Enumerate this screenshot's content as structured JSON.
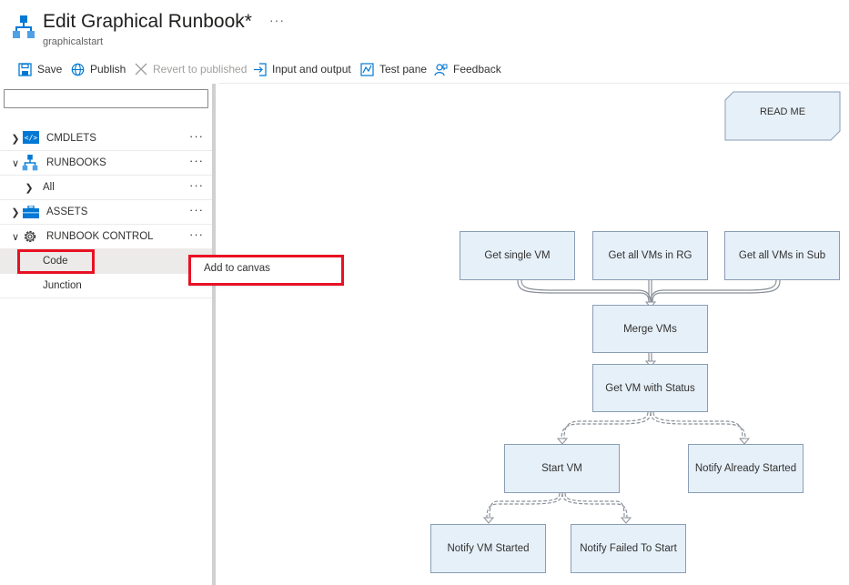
{
  "header": {
    "title": "Edit Graphical Runbook*",
    "subtitle": "graphicalstart",
    "more": "···",
    "icon": "runbook-hierarchy-icon"
  },
  "toolbar": {
    "save": "Save",
    "publish": "Publish",
    "revert": "Revert to published",
    "input_output": "Input and output",
    "test_pane": "Test pane",
    "feedback": "Feedback"
  },
  "library": {
    "search_value": "",
    "more": "···",
    "items": [
      {
        "label": "CMDLETS",
        "icon": "cmdlets-icon"
      },
      {
        "label": "RUNBOOKS",
        "icon": "runbook-hierarchy-icon"
      },
      {
        "label": "All"
      },
      {
        "label": "ASSETS",
        "icon": "assets-briefcase-icon"
      },
      {
        "label": "RUNBOOK CONTROL",
        "icon": "gear-icon"
      },
      {
        "label": "Code"
      },
      {
        "label": "Junction"
      }
    ]
  },
  "context_menu": {
    "add_to_canvas": "Add to canvas"
  },
  "canvas": {
    "readme": "READ ME",
    "activities": {
      "get_single_vm": "Get single VM",
      "get_all_vms_rg": "Get all VMs in RG",
      "get_all_vms_sub": "Get all VMs in Sub",
      "merge_vms": "Merge VMs",
      "get_vm_status": "Get VM with Status",
      "start_vm": "Start VM",
      "notify_already_started": "Notify Already Started",
      "notify_vm_started": "Notify VM Started",
      "notify_failed": "Notify Failed To Start"
    }
  },
  "colors": {
    "accent": "#0078d4",
    "highlight": "#e81123",
    "node_fill": "#e6f0f9",
    "node_border": "#8a9db3"
  }
}
